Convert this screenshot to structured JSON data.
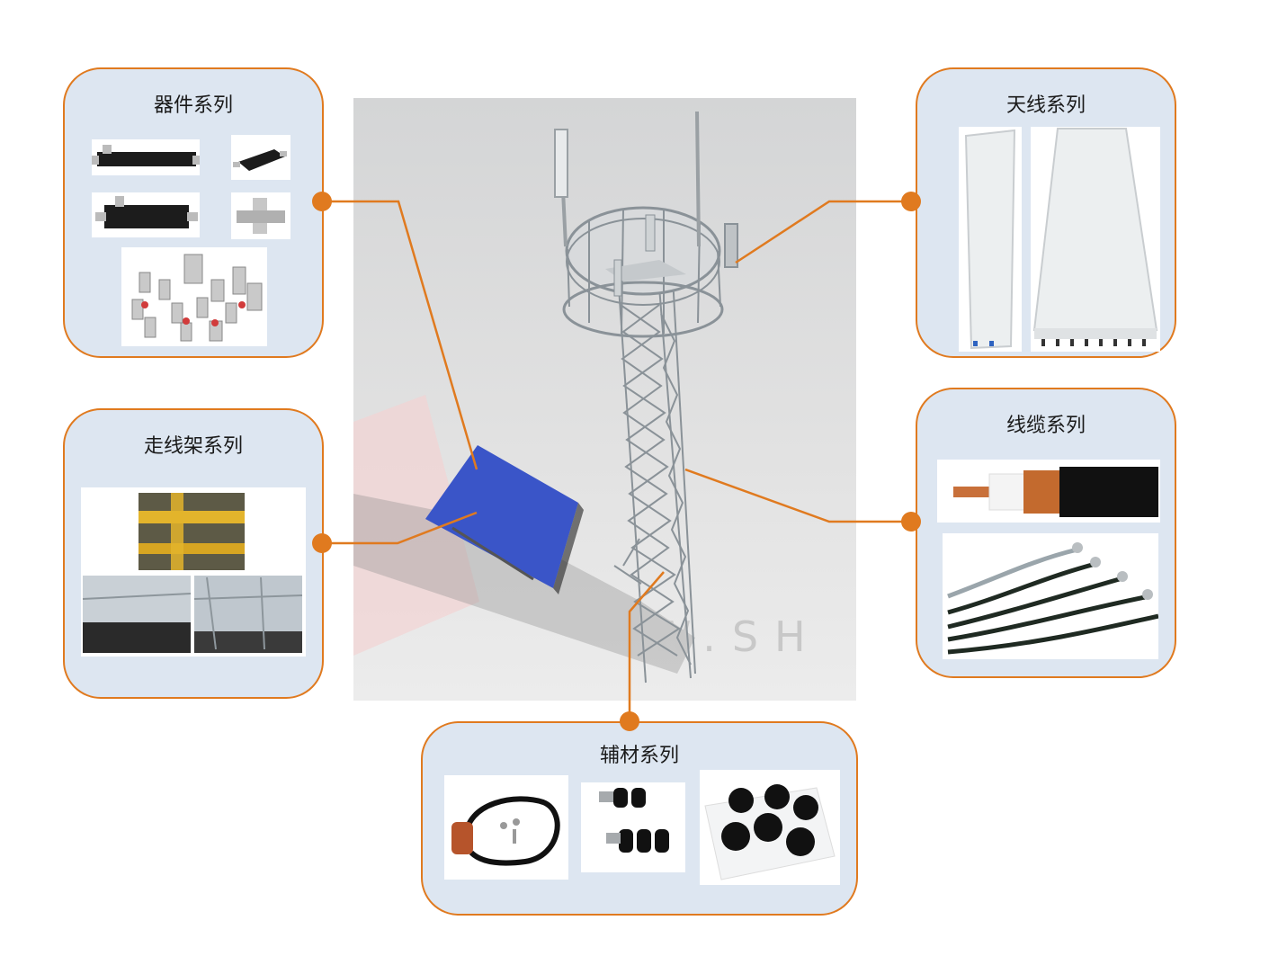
{
  "panels": {
    "devices": {
      "title": "器件系列"
    },
    "antenna": {
      "title": "天线系列"
    },
    "cable_tray": {
      "title": "走线架系列"
    },
    "cable": {
      "title": "线缆系列"
    },
    "accessories": {
      "title": "辅材系列"
    }
  },
  "colors": {
    "accent": "#e07a1f",
    "panel_fill": "#dde6f1",
    "solar_panel": "#3a55c8"
  },
  "watermark": {
    "text": "W.SH"
  }
}
